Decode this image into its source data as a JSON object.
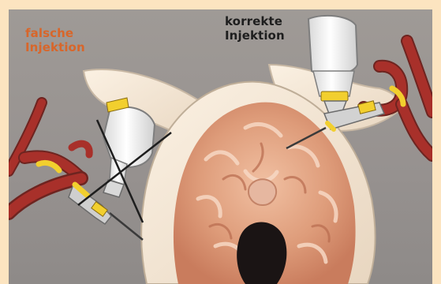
{
  "labels": {
    "wrong_line1": "falsche",
    "wrong_line2": "Injektion",
    "correct_line1": "korrekte",
    "correct_line2": "Injektion"
  },
  "colors": {
    "background_border": "#fce4c0",
    "panel": "#9c9794",
    "bone": "#f4e6d4",
    "brain": "#d98c6a",
    "artery": "#a8302a",
    "syringe_band": "#f2cf2e",
    "wrong_label": "#d8662a",
    "correct_label": "#1e1e1e"
  }
}
